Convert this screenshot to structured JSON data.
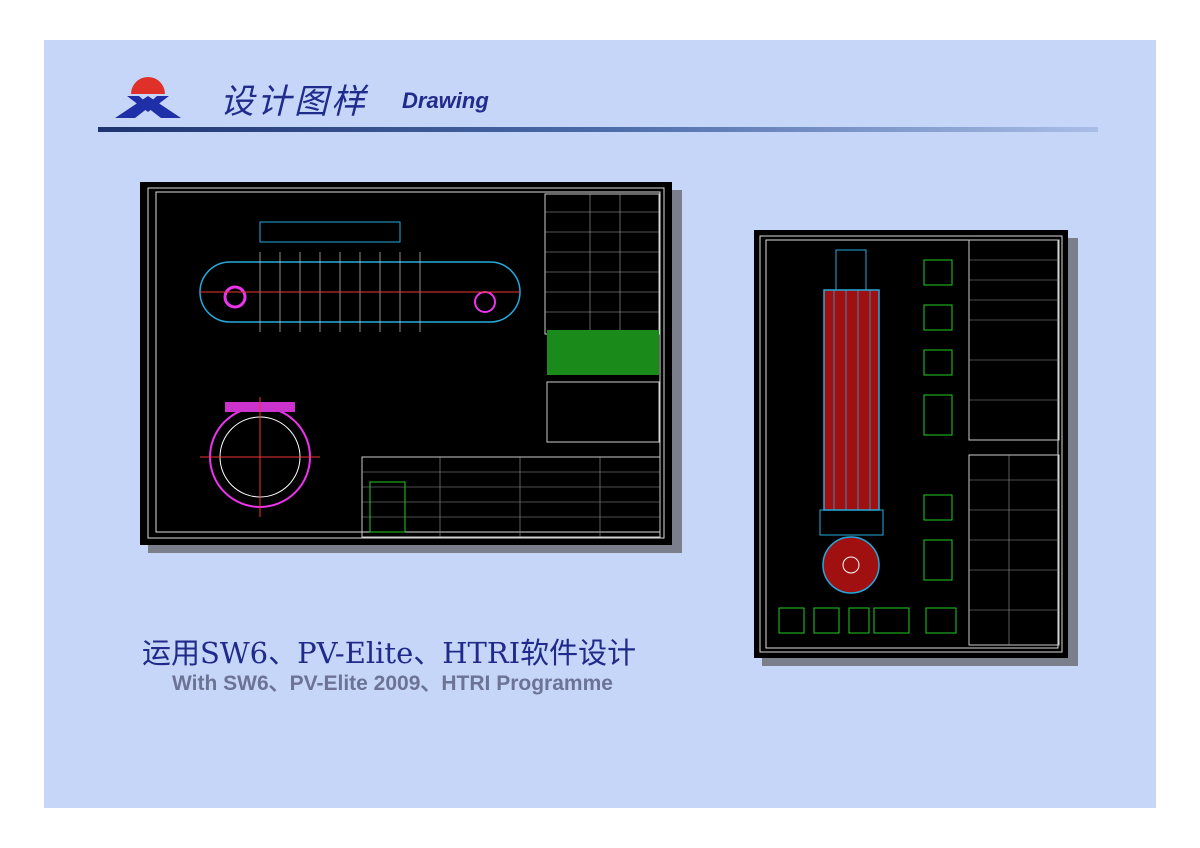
{
  "header": {
    "title_cn": "设计图样",
    "title_en": "Drawing"
  },
  "drawings": [
    {
      "name": "horizontal-vessel-drawing"
    },
    {
      "name": "vertical-column-drawing"
    }
  ],
  "caption": {
    "cn": "运用SW6、PV-Elite、HTRI软件设计",
    "en": "With  SW6、PV-Elite 2009、HTRI Programme"
  },
  "colors": {
    "background": "#c6d6f9",
    "title": "#1f2c8c",
    "logo_red": "#e0302a",
    "logo_blue": "#1f2fa8"
  }
}
